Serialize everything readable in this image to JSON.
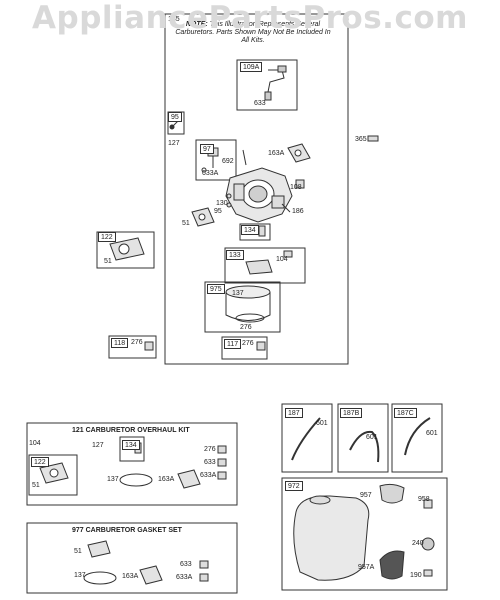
{
  "watermark": "AppliancePartsPros.com",
  "note": {
    "num": "185",
    "text_bold": "NOTE:",
    "text": "This Illustration Represents Several Carburetors. Parts Shown May Not Be Included In All Kits."
  },
  "labels": {
    "l109A": "109A",
    "l633_top": "633",
    "l95_box": "95",
    "l127_a": "127",
    "l97": "97",
    "l692": "692",
    "l633A_a": "633A",
    "l163A_a": "163A",
    "l365": "365",
    "l108": "108",
    "l130": "130",
    "l95_b": "95",
    "l186": "186",
    "l51_a": "51",
    "l134_a": "134",
    "l122_a": "122",
    "l51_b": "51",
    "l133": "133",
    "l104_a": "104",
    "l975": "975",
    "l137_a": "137",
    "l276_a": "276",
    "l118": "118",
    "l276_b": "276",
    "l117": "117",
    "l276_c": "276",
    "l187": "187",
    "l601_a": "601",
    "l187B": "187B",
    "l601_b": "601",
    "l187C": "187C",
    "l601_c": "601",
    "l104_b": "104",
    "l127_b": "127",
    "l134_b": "134",
    "l276_d": "276",
    "l633_b": "633",
    "l633A_b": "633A",
    "l122_b": "122",
    "l51_c": "51",
    "l137_b": "137",
    "l163A_b": "163A",
    "l972": "972",
    "l957": "957",
    "l958": "958",
    "l240": "240",
    "l957A": "957A",
    "l190": "190",
    "l51_d": "51",
    "l137_c": "137",
    "l163A_c": "163A",
    "l633_c": "633",
    "l633A_c": "633A"
  },
  "kits": {
    "overhaul_title": "121 CARBURETOR OVERHAUL KIT",
    "gasket_title": "977 CARBURETOR GASKET SET"
  }
}
